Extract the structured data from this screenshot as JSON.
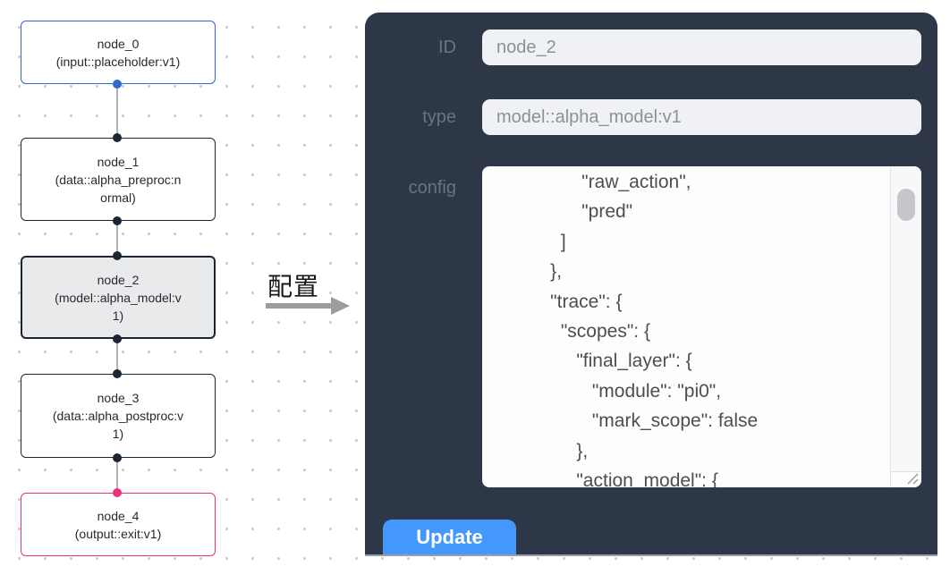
{
  "colors": {
    "accent_blue": "#2e6ad1",
    "accent_dark": "#1c2534",
    "accent_pink": "#ee2f7e",
    "selected_bg": "#e9eaeb",
    "edge_gray": "#b3b3b3",
    "panel_bg": "#2d3748",
    "button_blue": "#4598fb"
  },
  "canvas": {
    "nodes": [
      {
        "title": "node_0",
        "subtitle": "(input::placeholder:v1)"
      },
      {
        "title": "node_1",
        "subtitle": "(data::alpha_preproc:normal)"
      },
      {
        "title": "node_2",
        "subtitle": "(model::alpha_model:v1)"
      },
      {
        "title": "node_3",
        "subtitle": "(data::alpha_postproc:v1)"
      },
      {
        "title": "node_4",
        "subtitle": "(output::exit:v1)"
      }
    ]
  },
  "annotation": {
    "label": "配置",
    "arrow_icon": "right-arrow"
  },
  "panel": {
    "fields": [
      {
        "label": "ID",
        "value": "node_2"
      },
      {
        "label": "type",
        "value": "model::alpha_model:v1"
      }
    ],
    "config_label": "config",
    "config_text": "                 \"raw_action\",\n                 \"pred\"\n             ]\n           },\n           \"trace\": {\n             \"scopes\": {\n                \"final_layer\": {\n                   \"module\": \"pi0\",\n                   \"mark_scope\": false\n                },\n                \"action_model\": {",
    "update_label": "Update"
  }
}
